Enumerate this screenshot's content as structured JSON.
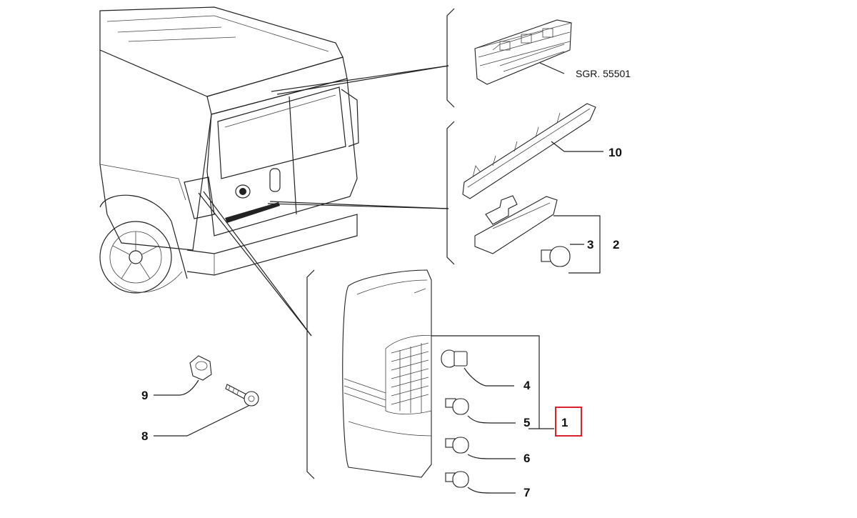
{
  "diagram": {
    "reference_label": "SGR. 55501",
    "callouts": [
      {
        "id": "1",
        "highlighted": true
      },
      {
        "id": "2"
      },
      {
        "id": "3"
      },
      {
        "id": "4"
      },
      {
        "id": "5"
      },
      {
        "id": "6"
      },
      {
        "id": "7"
      },
      {
        "id": "8"
      },
      {
        "id": "9"
      },
      {
        "id": "10"
      }
    ],
    "highlight_color": "#e0202a"
  }
}
